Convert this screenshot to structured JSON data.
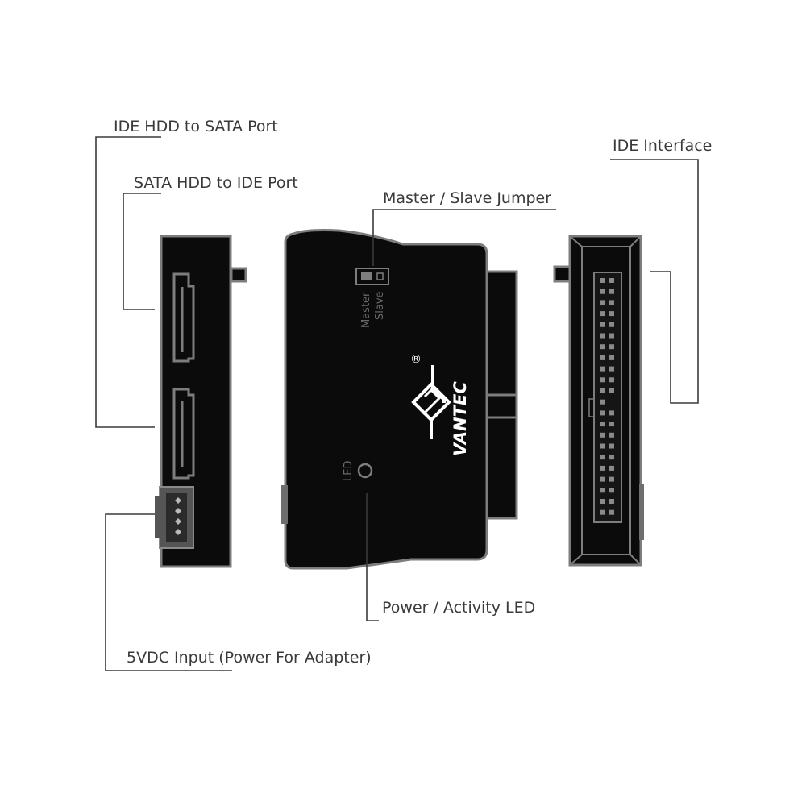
{
  "callouts": {
    "ide_hdd_to_sata": "IDE HDD to SATA Port",
    "sata_hdd_to_ide": "SATA HDD to IDE Port",
    "master_slave_jumper": "Master / Slave Jumper",
    "ide_interface": "IDE Interface",
    "power_activity_led": "Power / Activity LED",
    "dc_input": "5VDC Input (Power For Adapter)"
  },
  "device": {
    "jumper_master": "Master",
    "jumper_slave": "Slave",
    "led_label": "LED",
    "brand": "VANTEC",
    "registered_mark": "®"
  },
  "colors": {
    "device_body": "#0b0b0b",
    "device_outline": "#7d7d7d",
    "label_text": "#3a3a3a"
  }
}
